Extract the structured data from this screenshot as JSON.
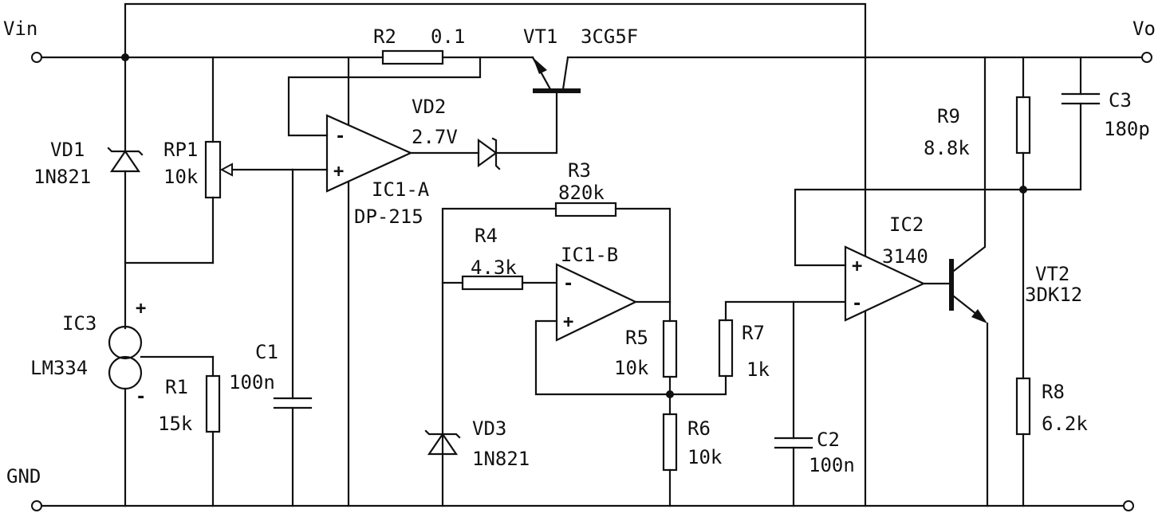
{
  "terminals": {
    "vin": "Vin",
    "vo": "Vo",
    "gnd": "GND"
  },
  "components": {
    "r1": {
      "ref": "R1",
      "value": "15k"
    },
    "r2": {
      "ref": "R2",
      "value": "0.1"
    },
    "r3": {
      "ref": "R3",
      "value": "820k"
    },
    "r4": {
      "ref": "R4",
      "value": "4.3k"
    },
    "r5": {
      "ref": "R5",
      "value": "10k"
    },
    "r6": {
      "ref": "R6",
      "value": "10k"
    },
    "r7": {
      "ref": "R7",
      "value": "1k"
    },
    "r8": {
      "ref": "R8",
      "value": "6.2k"
    },
    "r9": {
      "ref": "R9",
      "value": "8.8k"
    },
    "rp1": {
      "ref": "RP1",
      "value": "10k"
    },
    "c1": {
      "ref": "C1",
      "value": "100n"
    },
    "c2": {
      "ref": "C2",
      "value": "100n"
    },
    "c3": {
      "ref": "C3",
      "value": "180p"
    },
    "vd1": {
      "ref": "VD1",
      "value": "1N821"
    },
    "vd2": {
      "ref": "VD2",
      "value": "2.7V"
    },
    "vd3": {
      "ref": "VD3",
      "value": "1N821"
    },
    "vt1": {
      "ref": "VT1",
      "value": "3CG5F"
    },
    "vt2": {
      "ref": "VT2",
      "value": "3DK12"
    },
    "ic1a": {
      "ref": "IC1-A",
      "value": "DP-215"
    },
    "ic1b": {
      "ref": "IC1-B"
    },
    "ic2": {
      "ref": "IC2",
      "value": "3140"
    },
    "ic3": {
      "ref": "IC3",
      "value": "LM334"
    }
  },
  "pin_signs": {
    "plus": "+",
    "minus": "-"
  }
}
